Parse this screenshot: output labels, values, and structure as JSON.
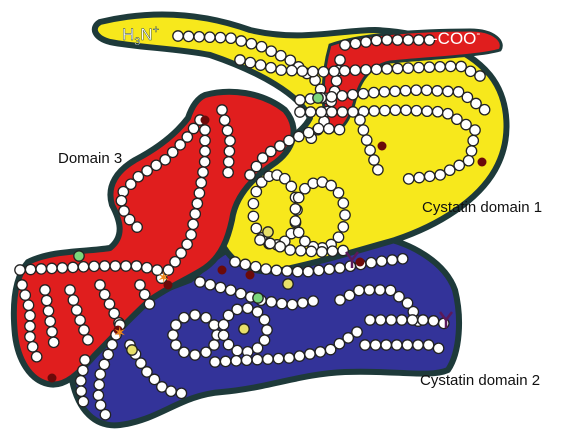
{
  "labels": {
    "n_terminus_main": "H",
    "n_terminus_sub": "3",
    "n_terminus_rest": "N",
    "n_terminus_sup": "+",
    "c_terminus": "-COO",
    "c_terminus_sup": "-",
    "domain3": "Domain 3",
    "cystatin1": "Cystatin domain 1",
    "cystatin2": "Cystatin domain 2"
  },
  "colors": {
    "domain3_fill": "#e01e1e",
    "cystatin1_fill": "#f7e81c",
    "cystatin2_fill": "#333399",
    "outline": "#1e3a3a",
    "bead_fill": "#ffffff",
    "bead_stroke": "#222222",
    "disulfide_marker": "#6b0a0a",
    "glycosylation_marker": "#5a1a5a",
    "highlight_green": "#7bd67b",
    "highlight_yellow": "#e8e06a",
    "star_marker": "#f08a1a",
    "n_terminus_text": "#ffffff",
    "c_terminus_text": "#ffffff",
    "label_text": "#111111"
  }
}
